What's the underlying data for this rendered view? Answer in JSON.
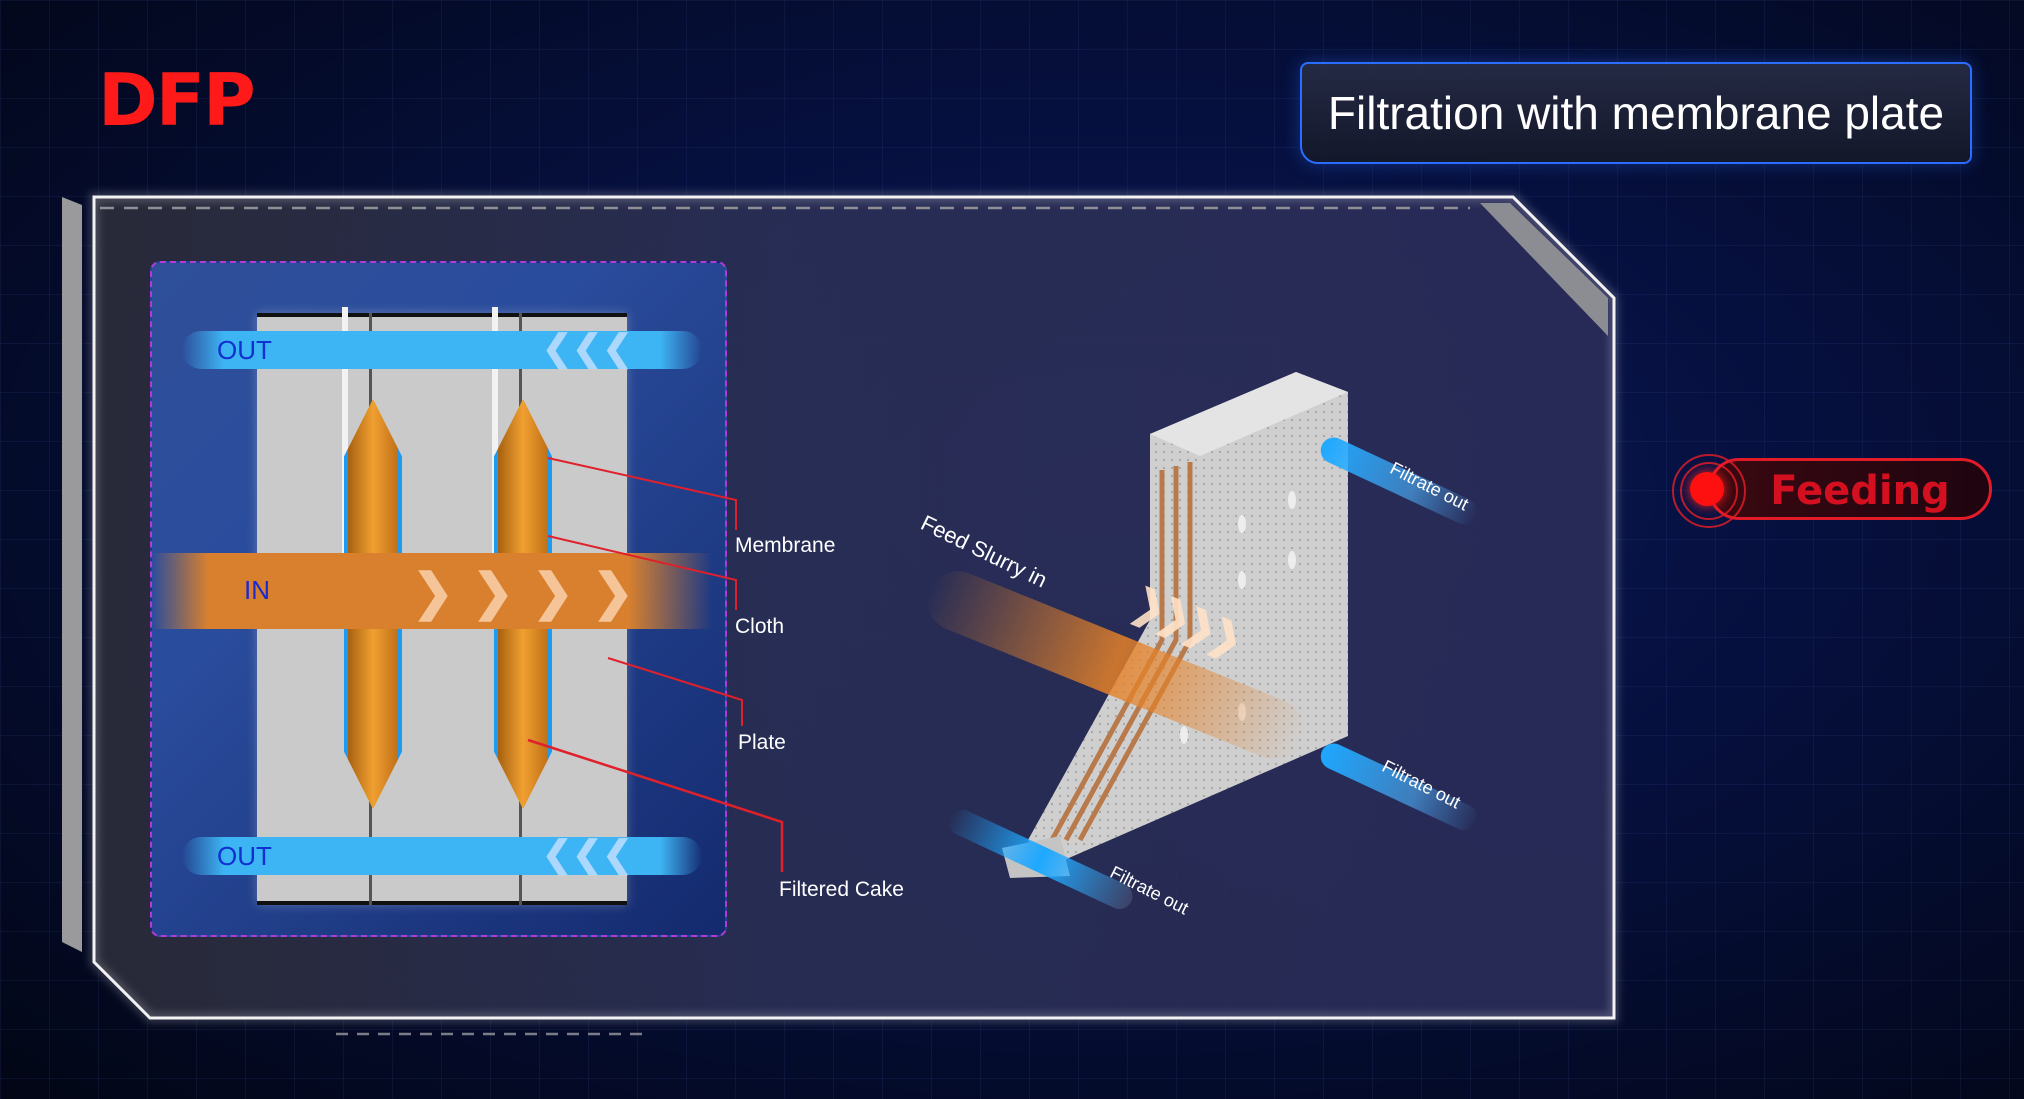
{
  "brand": {
    "logo_text": "DFP",
    "accent_color": "#ff1a1a"
  },
  "header": {
    "title": "Filtration with membrane plate",
    "border_color": "#2b6dff"
  },
  "status": {
    "label": "Feeding",
    "color": "#e21b28",
    "indicator": "record-dot-icon"
  },
  "cross_section": {
    "pipes": {
      "top_out": "OUT",
      "bottom_out": "OUT",
      "feed_in": "IN"
    },
    "colors": {
      "filtrate": "#3db4f3",
      "slurry": "#d8802e",
      "plate": "#cacaca",
      "cake": "#f0a030",
      "leader_lines": "#e0202a"
    },
    "callouts": [
      "Membrane",
      "Cloth",
      "Plate",
      "Filtered Cake"
    ]
  },
  "isometric": {
    "feed_label": "Feed Slurry in",
    "outlets": [
      "Filtrate out",
      "Filtrate out",
      "Filtrate out"
    ]
  },
  "icons": {
    "in_arrows": "chevron-right-icon",
    "out_arrows": "chevron-left-icon"
  }
}
